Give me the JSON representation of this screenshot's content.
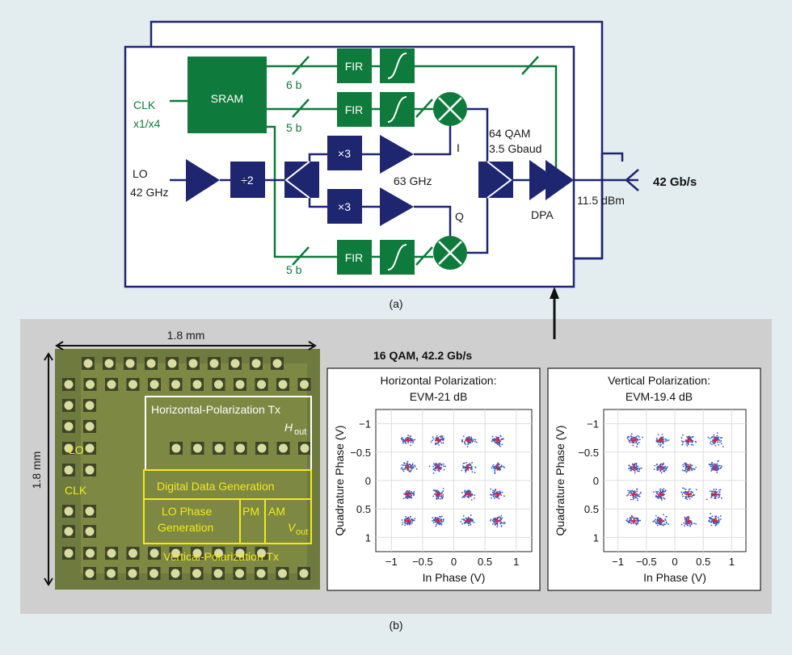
{
  "panel_a": {
    "caption": "(a)",
    "sram": "SRAM",
    "fir": [
      "FIR",
      "FIR",
      "FIR"
    ],
    "clk": [
      "CLK",
      "x1/x4"
    ],
    "lo": [
      "LO",
      "42 GHz"
    ],
    "div": "÷2",
    "mult": [
      "×3",
      "×3"
    ],
    "bits": [
      "6 b",
      "5 b",
      "5 b"
    ],
    "i": "I",
    "q": "Q",
    "freq": "63 GHz",
    "qam": [
      "64 QAM",
      "3.5 Gbaud"
    ],
    "dpa": "DPA",
    "power": "11.5 dBm",
    "rate": "42 Gb/s"
  },
  "panel_b": {
    "caption": "(b)",
    "chip": {
      "width": "1.8 mm",
      "height": "1.8 mm",
      "lo": "LO",
      "clk": "CLK",
      "htx": "Horizontal-Polarization Tx",
      "hout": [
        "H",
        "out"
      ],
      "ddg": "Digital Data Generation",
      "lopg": [
        "LO Phase",
        "Generation"
      ],
      "pm": "PM",
      "am": "AM",
      "vout": [
        "V",
        "out"
      ],
      "vtx": "Vertical-Polarization Tx"
    },
    "header": "16 QAM, 42.2 Gb/s"
  },
  "chart_data": [
    {
      "type": "scatter",
      "title": [
        "Horizontal Polarization:",
        "EVM-21 dB"
      ],
      "xlabel": "In Phase (V)",
      "ylabel": "Quadrature Phase (V)",
      "xlim": [
        -1.25,
        1.25
      ],
      "ylim": [
        -1.25,
        1.25
      ],
      "xticks": [
        "−1",
        "−0.5",
        "0",
        "0.5",
        "1"
      ],
      "yticks": [
        "1",
        "0.5",
        "0",
        "−0.5",
        "−1"
      ],
      "tick_values": [
        -1,
        -0.5,
        0,
        0.5,
        1
      ],
      "grid": true,
      "ideal_levels_x": [
        -0.73,
        -0.25,
        0.23,
        0.7
      ],
      "ideal_levels_y": [
        -0.71,
        -0.24,
        0.23,
        0.71
      ],
      "point_color": "#3a55b8",
      "marker_color": "#e0203a"
    },
    {
      "type": "scatter",
      "title": [
        "Vertical Polarization:",
        "EVM-19.4 dB"
      ],
      "xlabel": "In Phase (V)",
      "ylabel": "Quadrature Phase (V)",
      "xlim": [
        -1.25,
        1.25
      ],
      "ylim": [
        -1.25,
        1.25
      ],
      "xticks": [
        "−1",
        "−0.5",
        "0",
        "0.5",
        "1"
      ],
      "yticks": [
        "1",
        "0.5",
        "0",
        "−0.5",
        "−1"
      ],
      "tick_values": [
        -1,
        -0.5,
        0,
        0.5,
        1
      ],
      "grid": true,
      "ideal_levels_x": [
        -0.72,
        -0.25,
        0.24,
        0.71
      ],
      "ideal_levels_y": [
        -0.71,
        -0.24,
        0.23,
        0.71
      ],
      "point_color": "#3a55b8",
      "marker_color": "#e0203a"
    }
  ]
}
